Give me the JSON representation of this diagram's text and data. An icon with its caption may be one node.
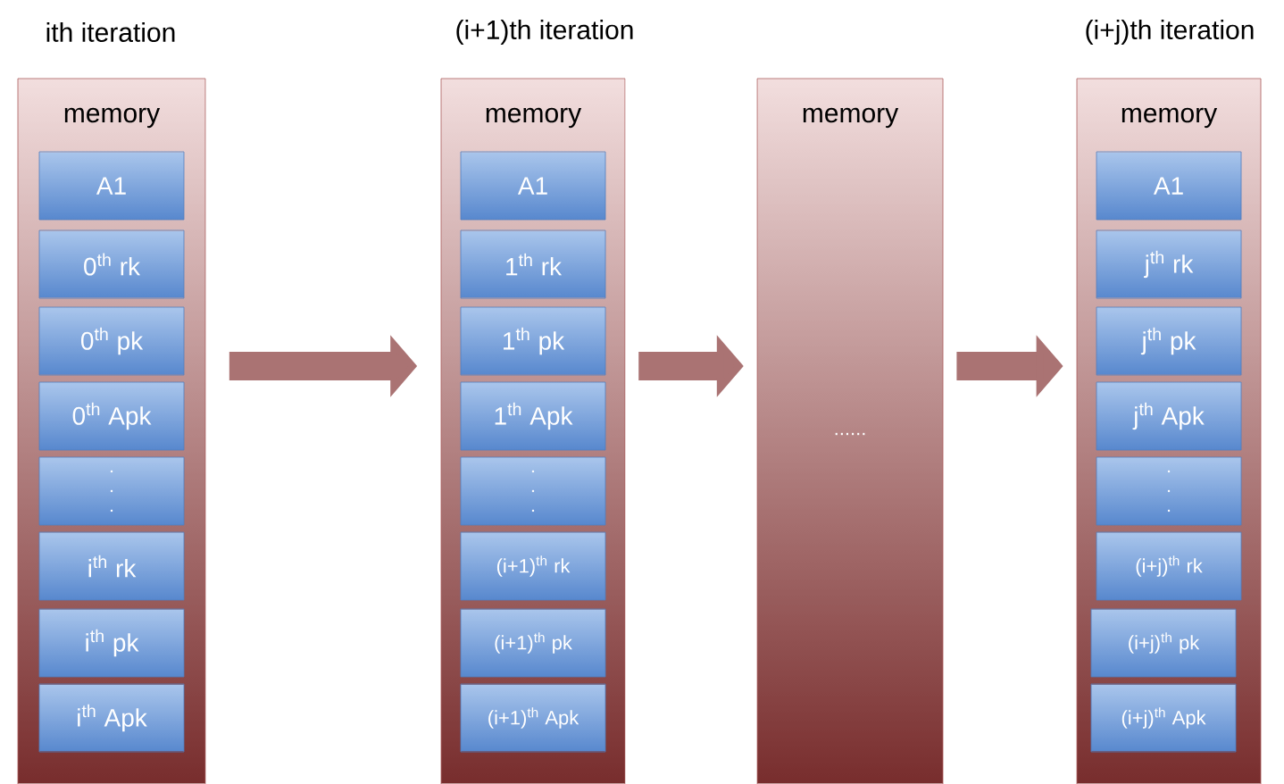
{
  "diagram": {
    "nodes": [
      {
        "text": [
          "memory"
        ],
        "beside": [
          "ith iteration"
        ]
      },
      {
        "text": [
          "A1"
        ],
        "in": 0
      },
      {
        "text": [
          "0$^{th}$ rk"
        ],
        "in": 0
      },
      {
        "text": [
          "0$^{th}$ pk"
        ],
        "in": 0
      },
      {
        "text": [
          "0$^{th}$ Apk"
        ],
        "in": 0
      },
      {
        "text": [],
        "shape": "box",
        "in": 0
      },
      {
        "text": [
          "i$^{th}$ rk"
        ],
        "in": 0
      },
      {
        "text": [
          "i$^{th}$ pk"
        ],
        "in": 0
      },
      {
        "text": [
          "i$^{th}$ Apk"
        ],
        "in": 0
      },
      {
        "text": [
          "memory"
        ],
        "beside": [
          "(i+1)th iteration"
        ]
      },
      {
        "text": [
          "A1"
        ],
        "in": 9
      },
      {
        "text": [
          "1$^{th}$ rk"
        ],
        "in": 9
      },
      {
        "text": [
          "1$^{th}$ pk"
        ],
        "in": 9
      },
      {
        "text": [
          "1$^{th}$ Apk"
        ],
        "in": 9
      },
      {
        "text": [],
        "shape": "box",
        "in": 9
      },
      {
        "text": [
          "(i+1)$^{th}$ rk"
        ],
        "in": 9
      },
      {
        "text": [
          "(i+1)$^{th}$ pk"
        ],
        "in": 9
      },
      {
        "text": [
          "(i+1)$^{th}$ Apk"
        ],
        "in": 9
      },
      {
        "text": [
          "memory",
          "......"
        ]
      },
      {
        "text": [
          "memory"
        ],
        "beside": [
          "(i+j)th iteration"
        ]
      },
      {
        "text": [
          "A1"
        ],
        "in": 19
      },
      {
        "text": [
          "j$^{th}$ rk"
        ],
        "in": 19
      },
      {
        "text": [
          "j$^{th}$ pk"
        ],
        "in": 19
      },
      {
        "text": [
          "j$^{th}$ Apk"
        ],
        "in": 19
      },
      {
        "text": [],
        "shape": "box",
        "in": 19
      },
      {
        "text": [
          "(i+j)$^{th}$ rk"
        ],
        "in": 19
      },
      {
        "text": [
          "(i+j)$^{th}$ pk"
        ],
        "in": 19
      },
      {
        "text": [
          "(i+j)$^{th}$ Apk"
        ],
        "in": 19
      }
    ],
    "edges": [
      {
        "from": 0,
        "to": 9,
        "arrow": "to"
      },
      {
        "from": 9,
        "to": 18,
        "arrow": "to"
      },
      {
        "from": 18,
        "to": 19,
        "arrow": "to"
      }
    ]
  }
}
